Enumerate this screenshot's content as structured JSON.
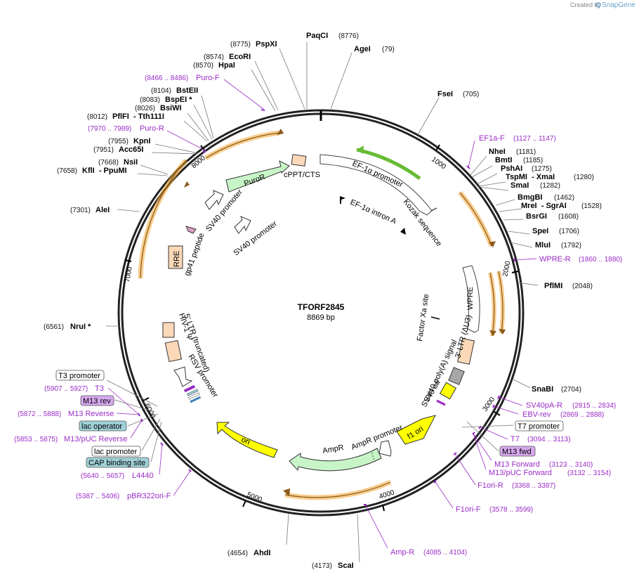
{
  "credit": {
    "prefix": "Created by",
    "brand": "SnapGene"
  },
  "center": {
    "name": "TFORF2845",
    "size": "8869 bp"
  },
  "ticks": [
    "1000",
    "2000",
    "3000",
    "4000",
    "5000",
    "6000",
    "7000",
    "8000"
  ],
  "enzymes": [
    {
      "name": "PaqCI",
      "pos": "(8776)"
    },
    {
      "name": "PspXI",
      "pos": "(8775)"
    },
    {
      "name": "AgeI",
      "pos": "(79)"
    },
    {
      "name": "EcoRI",
      "pos": "(8574)"
    },
    {
      "name": "HpaI",
      "pos": "(8570)"
    },
    {
      "name": "FseI",
      "pos": "(705)"
    },
    {
      "name": "BstEII",
      "pos": "(8104)"
    },
    {
      "name": "BspEI *",
      "pos": "(8083)"
    },
    {
      "name": "BsiWI",
      "pos": "(8026)"
    },
    {
      "name": "PflFI  - Tth111I",
      "pos": "(8012)"
    },
    {
      "name": "NheI",
      "pos": "(1181)"
    },
    {
      "name": "BmtI",
      "pos": "(1185)"
    },
    {
      "name": "PshAI",
      "pos": "(1275)"
    },
    {
      "name": "TspMI  - XmaI",
      "pos": "(1280)"
    },
    {
      "name": "SmaI",
      "pos": "(1282)"
    },
    {
      "name": "KpnI",
      "pos": "(7955)"
    },
    {
      "name": "Acc65I",
      "pos": "(7951)"
    },
    {
      "name": "NsiI",
      "pos": "(7668)"
    },
    {
      "name": "KflI  - PpuMI",
      "pos": "(7658)"
    },
    {
      "name": "BmgBI",
      "pos": "(1462)"
    },
    {
      "name": "MreI  - SgrAI",
      "pos": "(1528)"
    },
    {
      "name": "BsrGI",
      "pos": "(1608)"
    },
    {
      "name": "SpeI",
      "pos": "(1706)"
    },
    {
      "name": "MluI",
      "pos": "(1792)"
    },
    {
      "name": "AleI",
      "pos": "(7301)"
    },
    {
      "name": "PflMI",
      "pos": "(2048)"
    },
    {
      "name": "NruI *",
      "pos": "(6561)"
    },
    {
      "name": "SnaBI",
      "pos": "(2704)"
    },
    {
      "name": "AhdI",
      "pos": "(4654)"
    },
    {
      "name": "ScaI",
      "pos": "(4173)"
    }
  ],
  "primers": [
    {
      "name": "Puro-F",
      "pos": "(8466 .. 8486)"
    },
    {
      "name": "Puro-R",
      "pos": "(7970 .. 7989)"
    },
    {
      "name": "EF1a-F",
      "pos": "(1127 .. 1147)"
    },
    {
      "name": "WPRE-R",
      "pos": "(1860 .. 1880)"
    },
    {
      "name": "SV40pA-R",
      "pos": "(2815 .. 2834)"
    },
    {
      "name": "EBV-rev",
      "pos": "(2869 .. 2888)"
    },
    {
      "name": "T7",
      "pos": "(3094 .. 3113)"
    },
    {
      "name": "M13 Forward",
      "pos": "(3123 .. 3140)"
    },
    {
      "name": "M13/pUC Forward",
      "pos": "(3132 .. 3154)"
    },
    {
      "name": "F1ori-R",
      "pos": "(3368 .. 3387)"
    },
    {
      "name": "F1ori-F",
      "pos": "(3578 .. 3599)"
    },
    {
      "name": "Amp-R",
      "pos": "(4085 .. 4104)"
    },
    {
      "name": "pBR322ori-F",
      "pos": "(5387 .. 5406)"
    },
    {
      "name": "L4440",
      "pos": "(5640 .. 5657)"
    },
    {
      "name": "M13/pUC Reverse",
      "pos": "(5853 .. 5875)"
    },
    {
      "name": "M13 Reverse",
      "pos": "(5872 .. 5888)"
    },
    {
      "name": "T3",
      "pos": "(5907 .. 5927)"
    }
  ],
  "boxed": {
    "t7_promoter": "T7 promoter",
    "m13_fwd": "M13 fwd",
    "t3_promoter": "T3 promoter",
    "m13_rev": "M13 rev",
    "lac_operator": "lac operator",
    "lac_promoter": "lac promoter",
    "cap_site": "CAP binding site"
  },
  "features": {
    "ef1a_promoter": "EF-1α promoter",
    "ef1a_intron": "EF-1α intron A",
    "kozak": "Kozak sequence",
    "cppt": "cPPT/CTS",
    "puror": "PuroR",
    "sv40_promoter_1": "SV40 promoter",
    "sv40_promoter_2": "SV40 promoter",
    "gp41": "gp41 peptide",
    "rre": "RRE",
    "wpre": "WPRE",
    "factor_xa": "Factor Xa site",
    "ltr3": "3' LTR (ΔU3)",
    "sv40_polya": "SV40 poly(A) signal",
    "sv40_ori": "SV40 ori",
    "f1_ori": "f1 ori",
    "ampr_promoter": "AmpR promoter",
    "ampr": "AmpR",
    "ori": "ori",
    "ltr5": "5' LTR (truncated)",
    "hiv_psi": "HIV-1 Ψ",
    "rsv_promoter": "RSV promoter"
  },
  "colors": {
    "backbone": "#222222",
    "primer": "#9a2cc6",
    "orf": "#f2a531",
    "orf_core": "#8a5a1a",
    "promoter_fill": "#ffffff",
    "puror_fill": "#c8f5c8",
    "ltr_fill": "#fbd8b8",
    "ori_fill": "#ffff00",
    "ampr_fill": "#c8f5c8",
    "ef1a_orf": "#66bb33",
    "m13_fill": "#d7a9ef",
    "lac_fill": "#9fd0d8",
    "sv40_ori_fill": "#a6a6a6"
  }
}
